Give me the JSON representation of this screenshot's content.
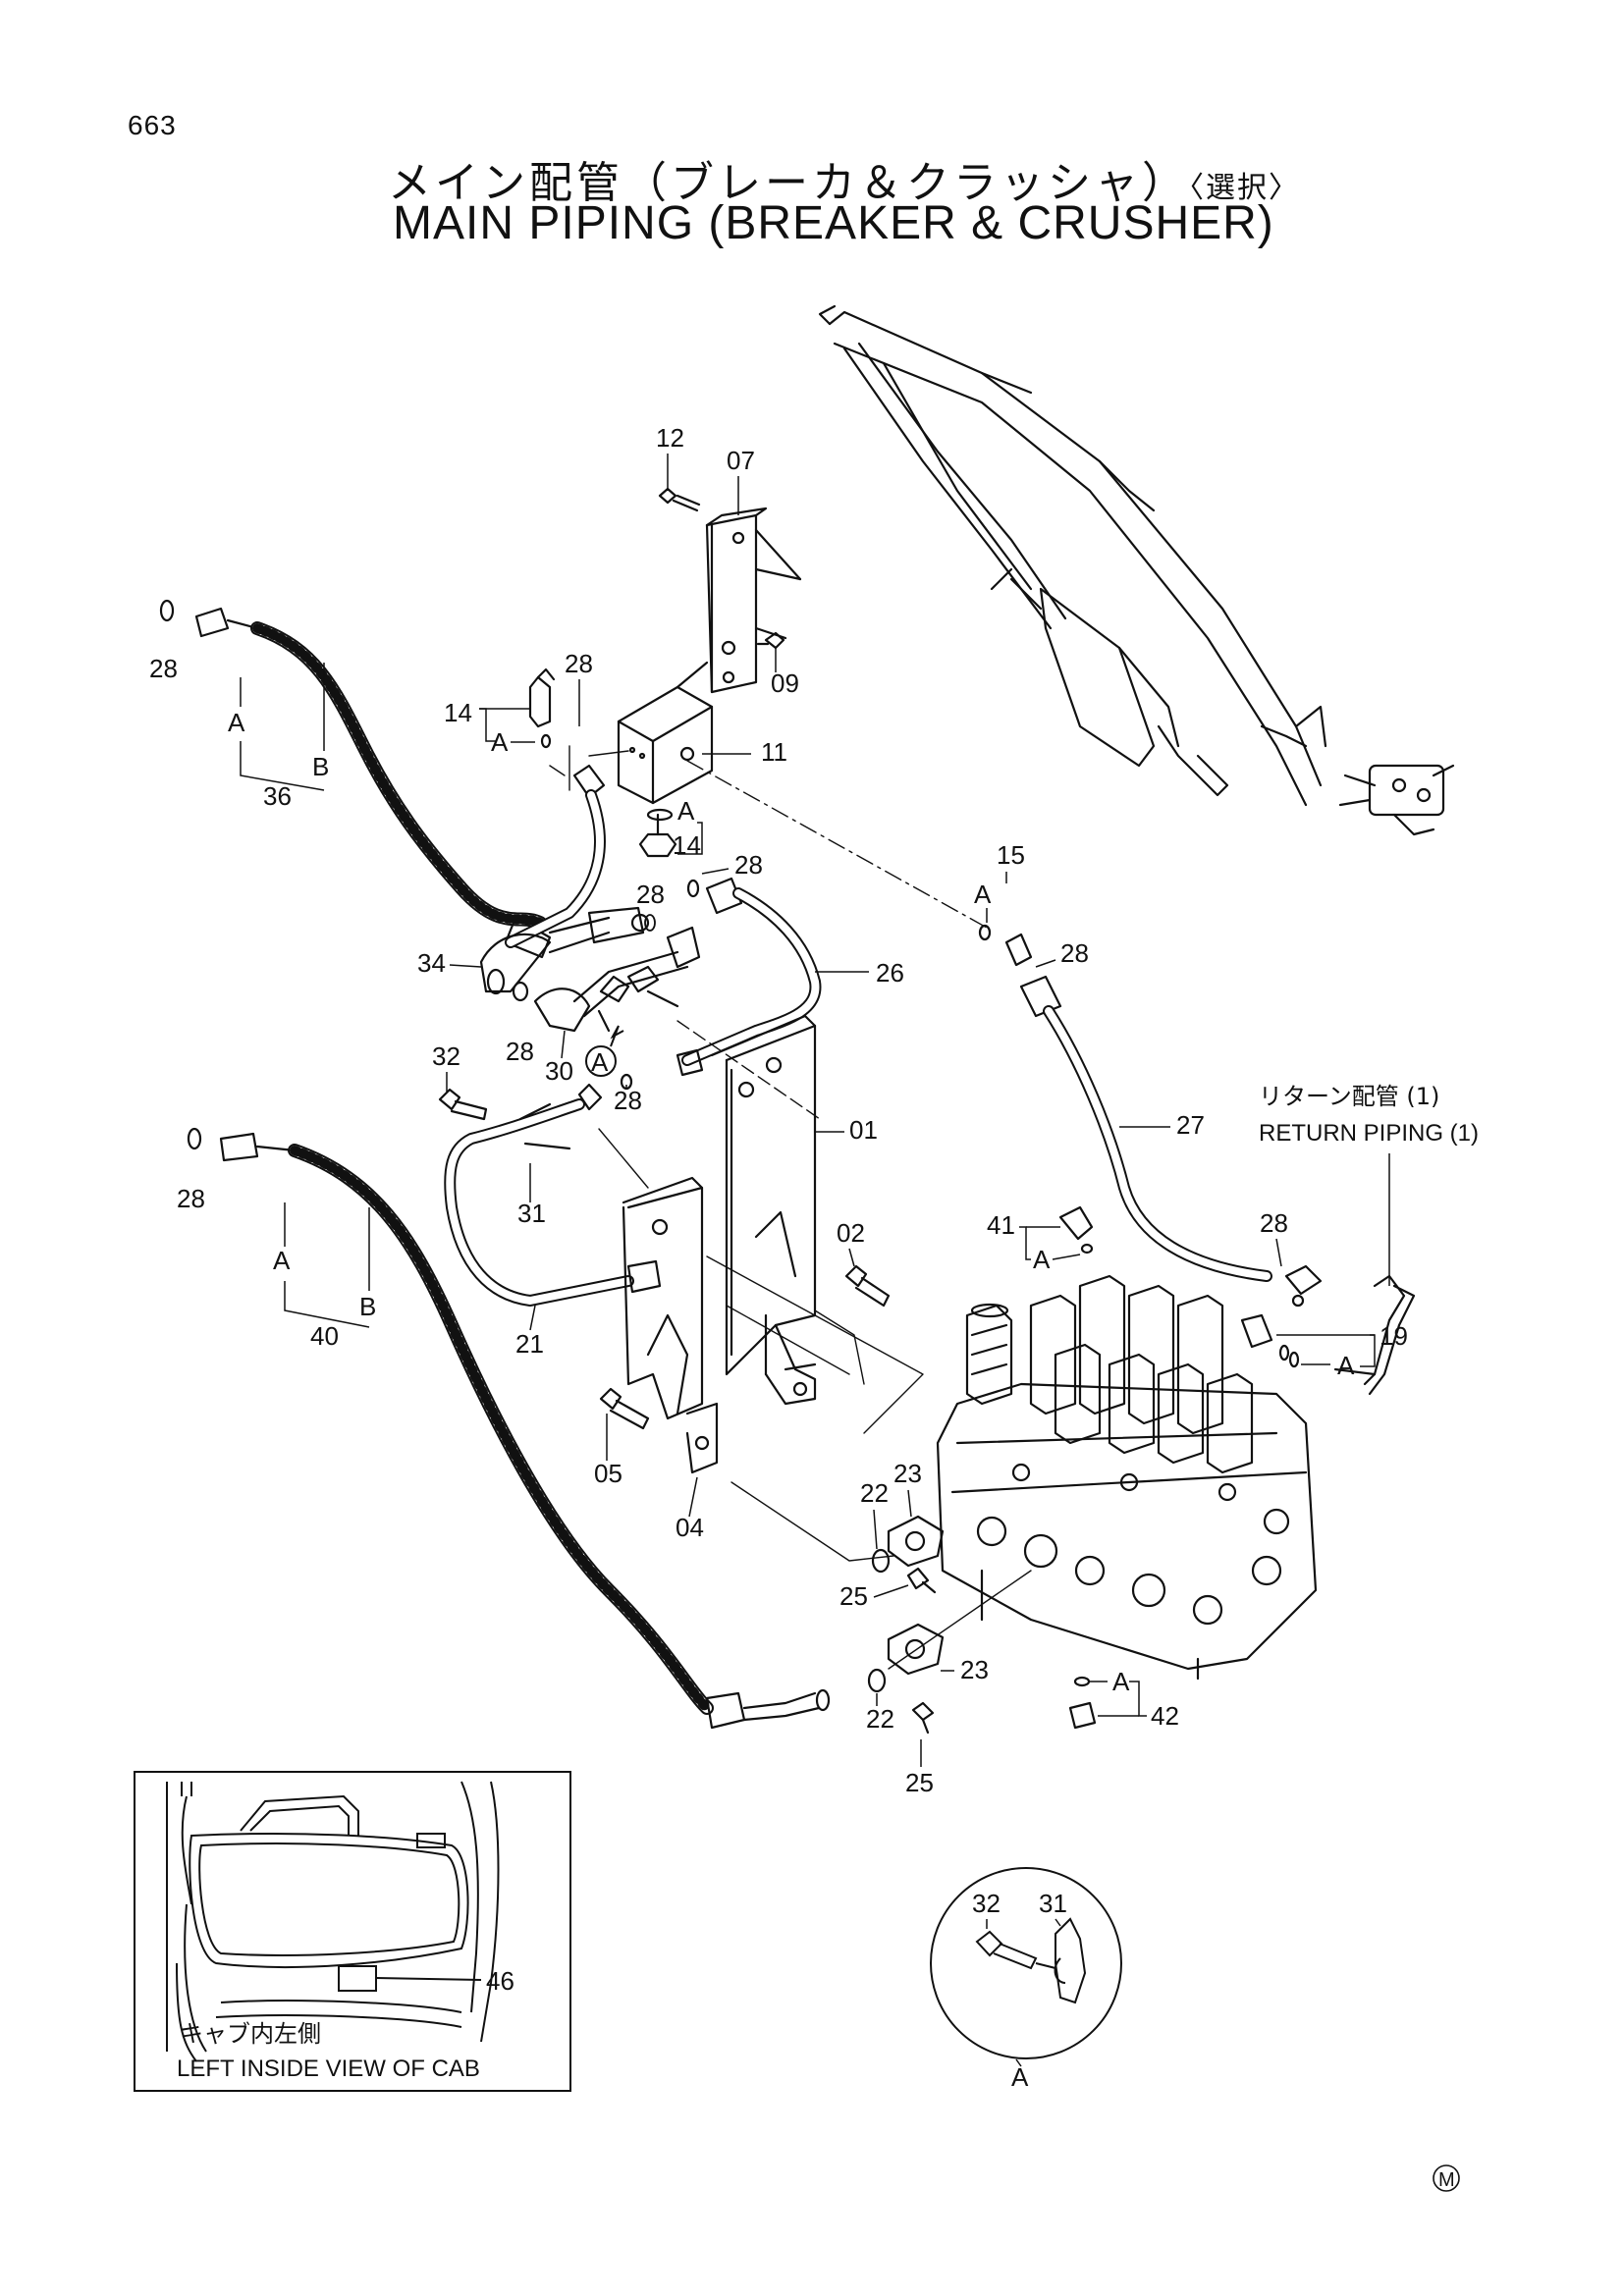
{
  "page_number": "663",
  "title_jp": "メイン配管（ブレーカ＆クラッシャ）",
  "title_jp_suffix": "〈選択〉",
  "title_en": "MAIN  PIPING  (BREAKER & CRUSHER)",
  "parts": {
    "p12": "12",
    "p07": "07",
    "p09": "09",
    "p28_a": "28",
    "p14_a": "14",
    "p11": "11",
    "p14_b": "14",
    "p28_b": "28",
    "p28_c": "28",
    "p28_d": "28",
    "p36": "36",
    "p34": "34",
    "p28_e": "28",
    "p30": "30",
    "p26": "26",
    "p32": "32",
    "p28_f": "28",
    "p28_g": "28",
    "p31": "31",
    "p01": "01",
    "p15": "15",
    "p28_h": "28",
    "p27": "27",
    "p40": "40",
    "p21": "21",
    "p02": "02",
    "p05": "05",
    "p04": "04",
    "p41": "41",
    "p28_i": "28",
    "p19": "19",
    "p22_a": "22",
    "p23_a": "23",
    "p25_a": "25",
    "p23_b": "23",
    "p22_b": "22",
    "p25_b": "25",
    "p42": "42",
    "p46": "46",
    "p32_detail": "32",
    "p31_detail": "31"
  },
  "markers": {
    "A": "A",
    "B": "B"
  },
  "return_piping_jp": "リターン配管 (1)",
  "return_piping_en": "RETURN  PIPING  (1)",
  "inset_caption_jp": "キャブ内左側",
  "inset_caption_en": "LEFT  INSIDE  VIEW  OF  CAB",
  "corner_mark": "M"
}
